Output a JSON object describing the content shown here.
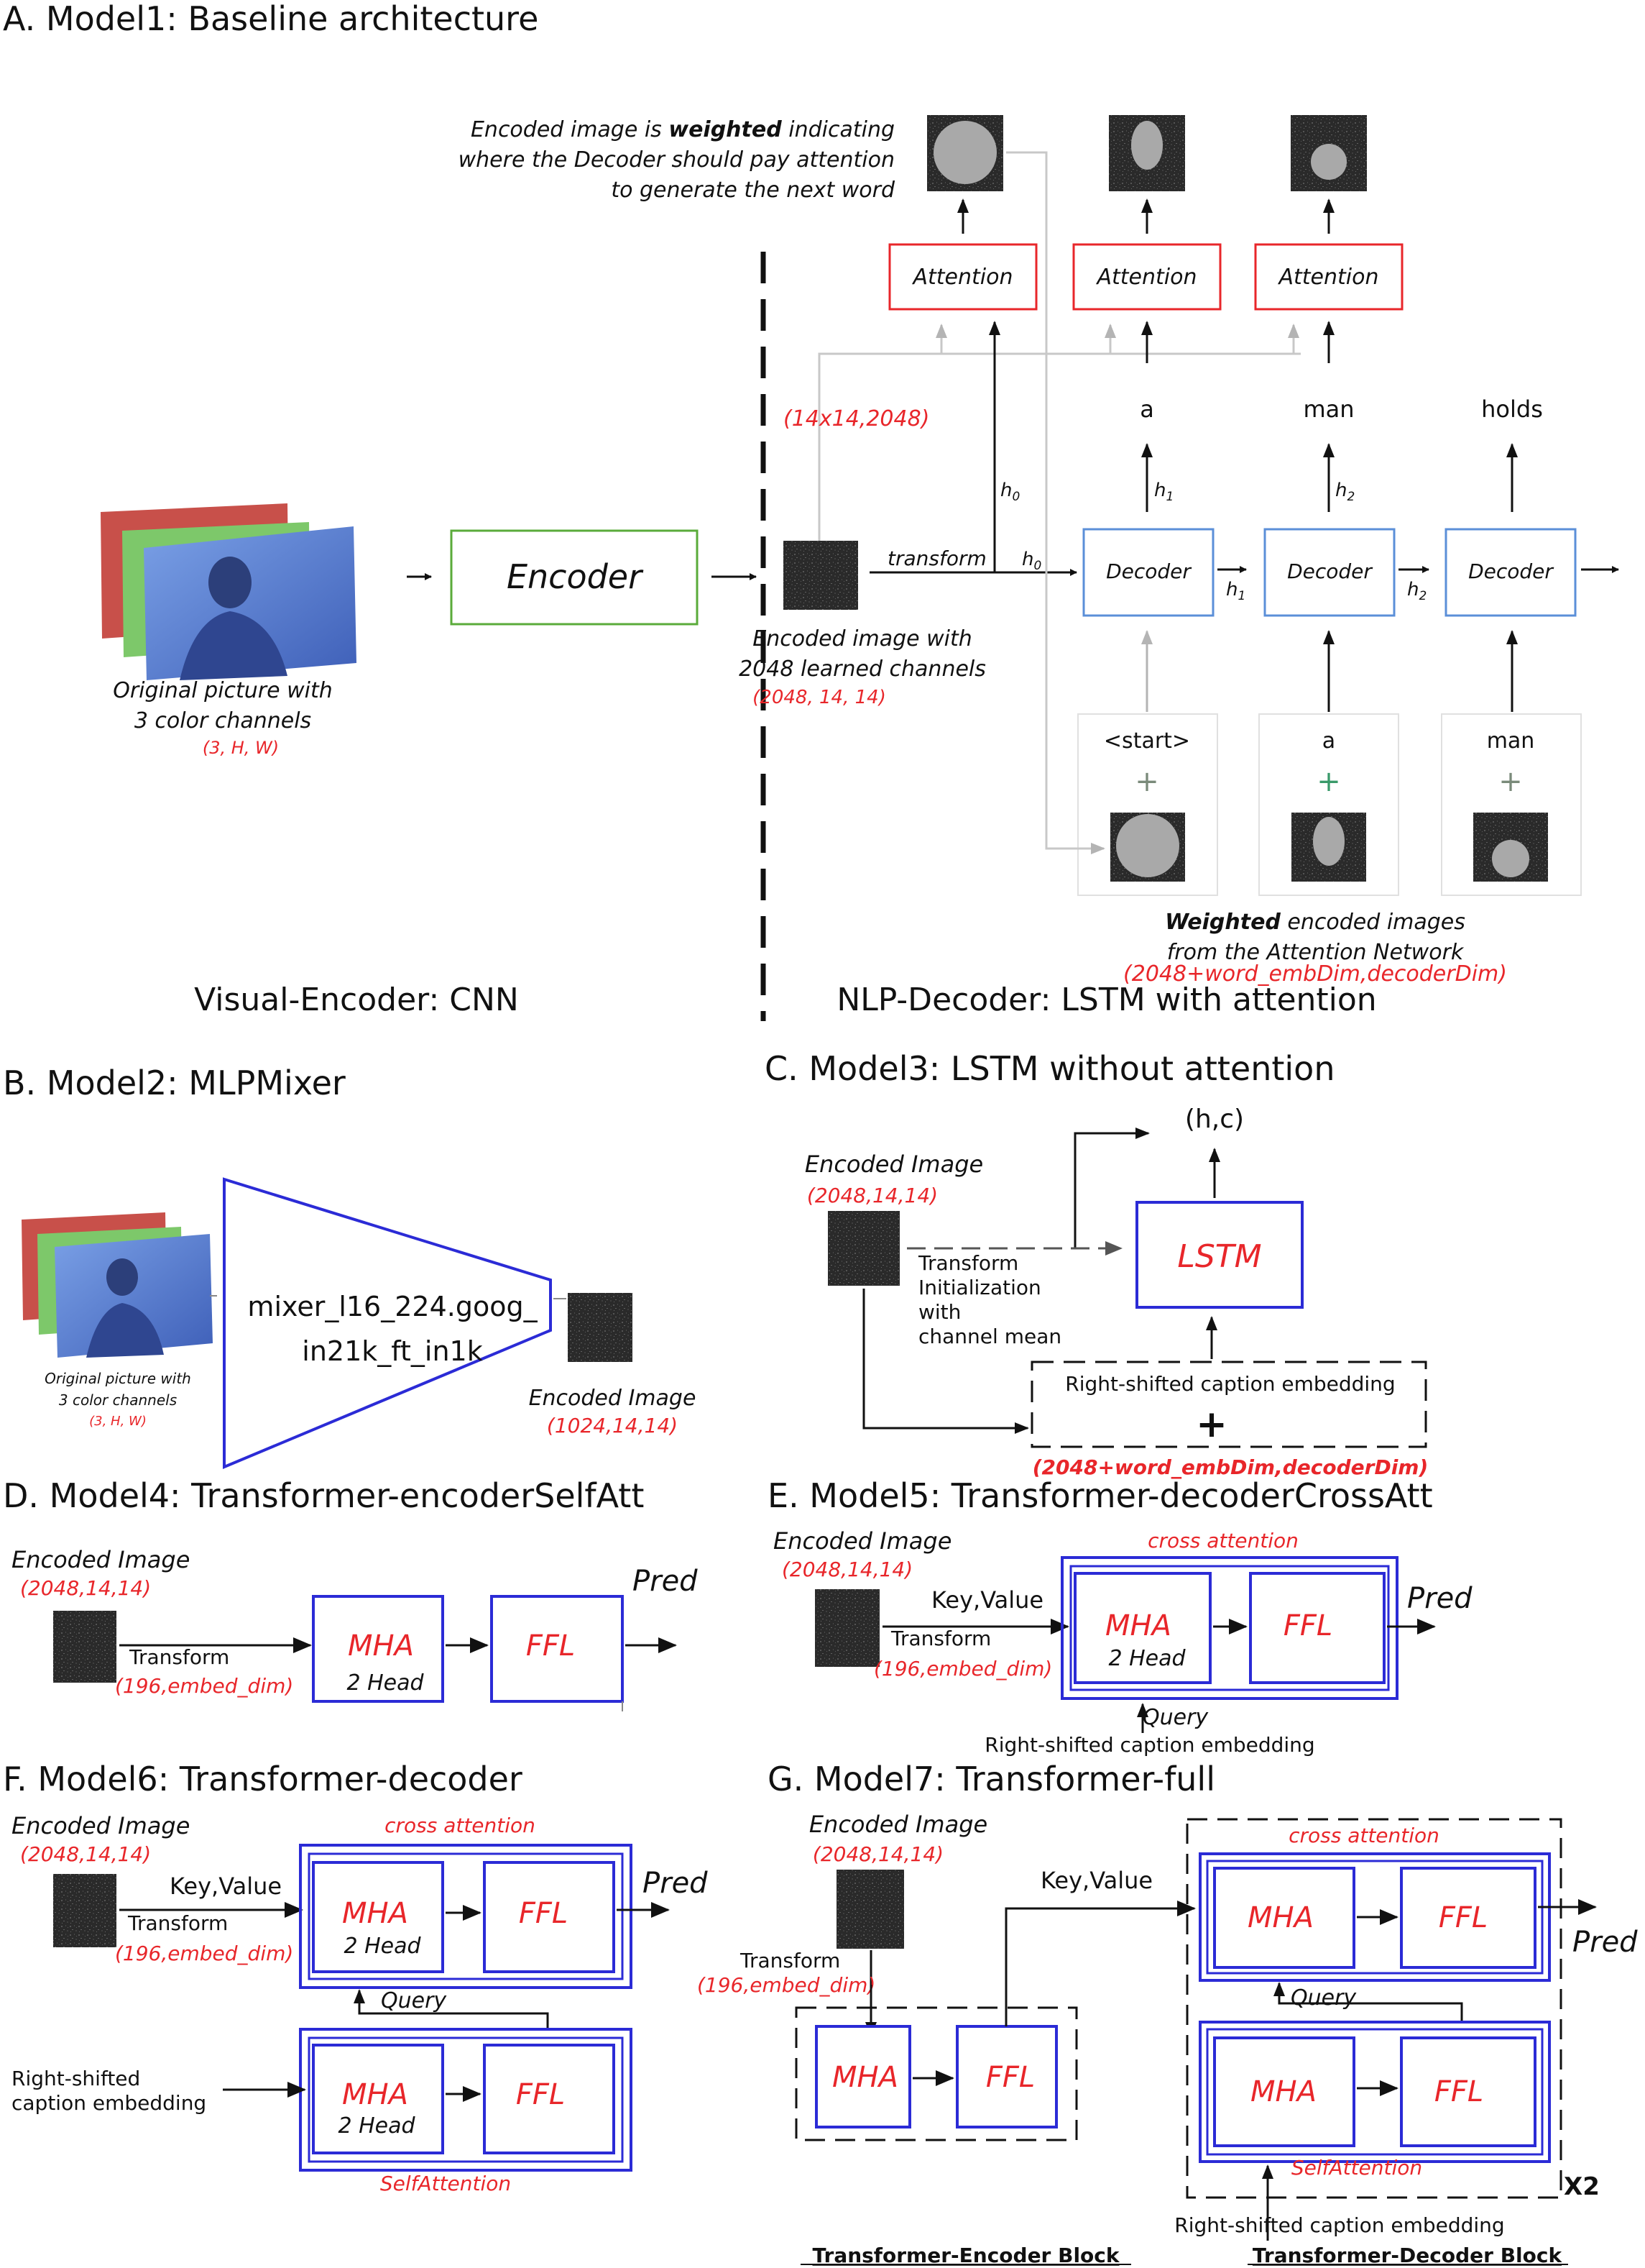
{
  "colors": {
    "red": "#e8262a",
    "blue": "#2b2bd6",
    "lightblue": "#5b8fd8",
    "green": "#5aab3a",
    "gray": "#a9a9a9",
    "black": "#111111"
  },
  "A": {
    "title": "A. Model1: Baseline architecture",
    "note_pre": "Encoded image is ",
    "note_bold": "weighted",
    "note_post": " indicating",
    "note2": "where the Decoder should pay attention",
    "note3": "to generate the next word",
    "attention": "Attention",
    "words": [
      "a",
      "man",
      "holds"
    ],
    "shape_label": "(14x14,2048)",
    "h0": "h",
    "h1": "h",
    "h2": "h",
    "sub0": "0",
    "sub1": "1",
    "sub2": "2",
    "transform": "transform",
    "encoder": "Encoder",
    "decoder": "Decoder",
    "orig1": "Original picture with",
    "orig2": "3 color channels",
    "orig_shape": "(3, H, W)",
    "enc1": "Encoded image with",
    "enc2": "2048 learned channels",
    "enc_shape": "(2048, 14, 14)",
    "inputs": [
      "<start>",
      "a",
      "man"
    ],
    "plus": "+",
    "weighted_bold": "Weighted",
    "weighted_rest": " encoded images",
    "weighted2": "from the Attention Network",
    "weighted_shape": "(2048+word_embDim,decoderDim)",
    "visual": "Visual-Encoder: CNN",
    "nlp": "NLP-Decoder: LSTM with attention"
  },
  "B": {
    "title": "B. Model2: MLPMixer",
    "mixer1": "mixer_l16_224.goog_",
    "mixer2": "in21k_ft_in1k",
    "orig1": "Original picture with",
    "orig2": "3 color channels",
    "orig_shape": "(3, H, W)",
    "enc": "Encoded Image",
    "enc_shape": "(1024,14,14)"
  },
  "C": {
    "title": "C. Model3: LSTM without attention",
    "enc": "Encoded Image",
    "enc_shape": "(2048,14,14)",
    "hc": "(h,c)",
    "lstm": "LSTM",
    "t1": "Transform",
    "t2": "Initialization",
    "t3": "with",
    "t4": "channel mean",
    "caption": "Right-shifted caption embedding",
    "plus": "+",
    "shape": "(2048+word_embDim,decoderDim)"
  },
  "D": {
    "title": "D. Model4: Transformer-encoderSelfAtt",
    "enc": "Encoded Image",
    "enc_shape": "(2048,14,14)",
    "transform": "Transform",
    "embed": "(196,embed_dim)",
    "mha": "MHA",
    "head": "2 Head",
    "ffl": "FFL",
    "pred": "Pred"
  },
  "E": {
    "title": "E. Model5: Transformer-decoderCrossAtt",
    "enc": "Encoded Image",
    "enc_shape": "(2048,14,14)",
    "kv": "Key,Value",
    "transform": "Transform",
    "embed": "(196,embed_dim)",
    "cross": "cross attention",
    "mha": "MHA",
    "head": "2 Head",
    "ffl": "FFL",
    "pred": "Pred",
    "query": "Query",
    "caption": "Right-shifted caption embedding"
  },
  "F": {
    "title": "F. Model6: Transformer-decoder",
    "enc": "Encoded Image",
    "enc_shape": "(2048,14,14)",
    "kv": "Key,Value",
    "transform": "Transform",
    "embed": "(196,embed_dim)",
    "cross": "cross attention",
    "mha": "MHA",
    "head": "2 Head",
    "ffl": "FFL",
    "pred": "Pred",
    "query": "Query",
    "cap1": "Right-shifted",
    "cap2": "caption embedding",
    "self": "SelfAttention"
  },
  "G": {
    "title": "G. Model7: Transformer-full",
    "enc": "Encoded Image",
    "enc_shape": "(2048,14,14)",
    "transform": "Transform",
    "embed": "(196,embed_dim)",
    "kv": "Key,Value",
    "cross": "cross attention",
    "mha": "MHA",
    "ffl": "FFL",
    "pred": "Pred",
    "query": "Query",
    "self": "SelfAttention",
    "x2": "X2",
    "caption": "Right-shifted caption embedding",
    "enc_block": "Transformer-Encoder Block",
    "dec_block": "Transformer-Decoder Block"
  }
}
